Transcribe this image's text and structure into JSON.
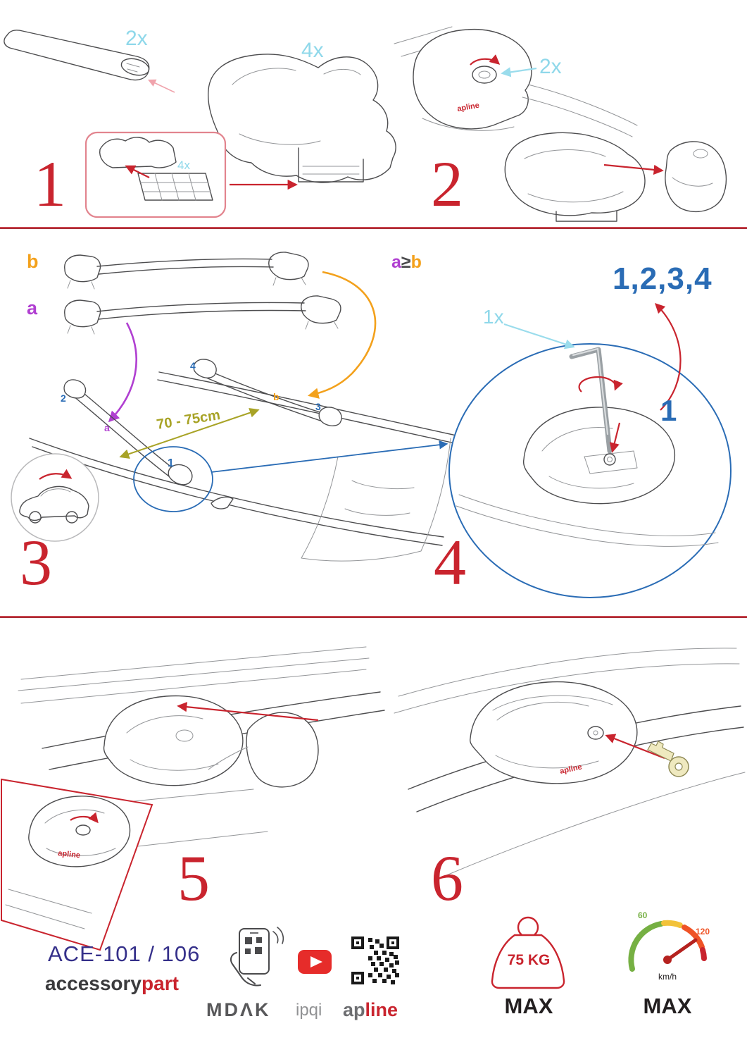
{
  "colors": {
    "red": "#c9242e",
    "cyan": "#8fd8ea",
    "blue": "#2a6cb5",
    "purple": "#b03fd1",
    "orange": "#f3a11c",
    "olive": "#a8a326",
    "navy": "#35308a"
  },
  "steps": {
    "s1": {
      "num": "1",
      "qty_bar": "2x",
      "qty_foot": "4x",
      "qty_pad": "4x"
    },
    "s2": {
      "num": "2",
      "qty_lock": "2x"
    },
    "s3": {
      "num": "3",
      "label_a": "a",
      "label_b": "b",
      "dist": "70 - 75cm",
      "pos_1": "1",
      "pos_2": "2",
      "pos_3": "3",
      "pos_4": "4",
      "roof_a": "a",
      "roof_b": "b"
    },
    "s4": {
      "num": "4",
      "qty_key": "1x",
      "cond_a": "a",
      "cond_gte": "≥",
      "cond_b": "b",
      "seq": "1,2,3,4",
      "big1": "1"
    },
    "s5": {
      "num": "5"
    },
    "s6": {
      "num": "6"
    }
  },
  "branding": {
    "model": "ACE-101 / 106",
    "accessory": "accessory",
    "part": "part",
    "mdak": "MDΛK",
    "ipqi": "ipqi",
    "ap": "ap",
    "line": "line",
    "apline_badge": "apline"
  },
  "limits": {
    "weight": "75 KG",
    "weight_max": "MAX",
    "speed_60": "60",
    "speed_120": "120",
    "speed_unit": "km/h",
    "speed_max": "MAX"
  }
}
